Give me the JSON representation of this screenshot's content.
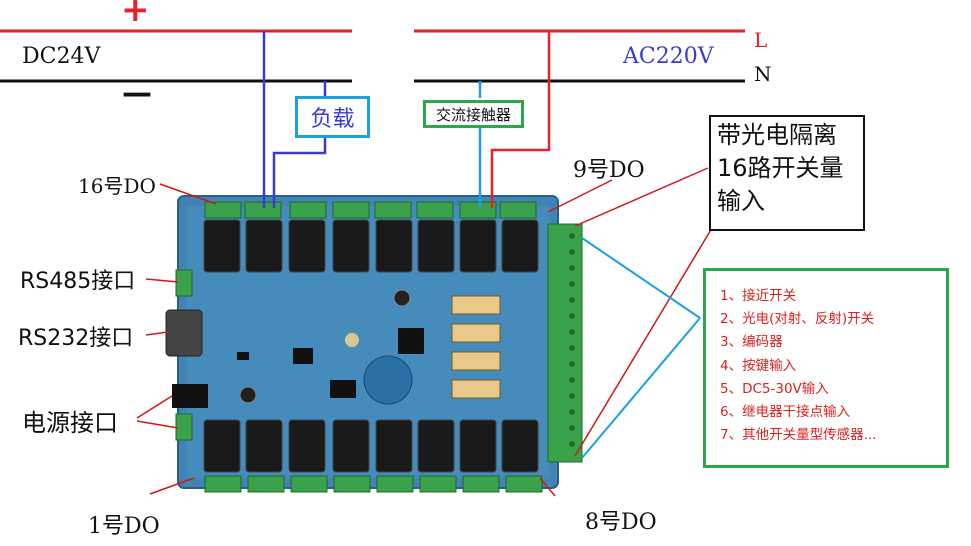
{
  "dc_power": {
    "plus_sign": "+",
    "minus_sign": "—",
    "label": "DC24V"
  },
  "ac_power": {
    "label": "AC220V",
    "live": "L",
    "neutral": "N"
  },
  "load_label": "负载",
  "contactor_label": "交流接触器",
  "isolation_title": [
    "带光电隔离",
    "16路开关量",
    "输入"
  ],
  "input_types": [
    "1、接近开关",
    "2、光电(对射、反射)开关",
    "3、编码器",
    "4、按键输入",
    "5、DC5-30V输入",
    "6、继电器干接点输入",
    "7、其他开关量型传感器..."
  ],
  "ports": {
    "do16": "16号DO",
    "do9": "9号DO",
    "do1": "1号DO",
    "do8": "8号DO",
    "rs485": "RS485接口",
    "rs232": "RS232接口",
    "power": "电源接口"
  },
  "colors": {
    "wire_red": "#e8202a",
    "wire_blue": "#3a3acf",
    "wire_cyan": "#1aa0e0",
    "board": "#3b7fb0",
    "terminal_green": "#3aa24a",
    "relay_black": "#1a1a1a"
  }
}
